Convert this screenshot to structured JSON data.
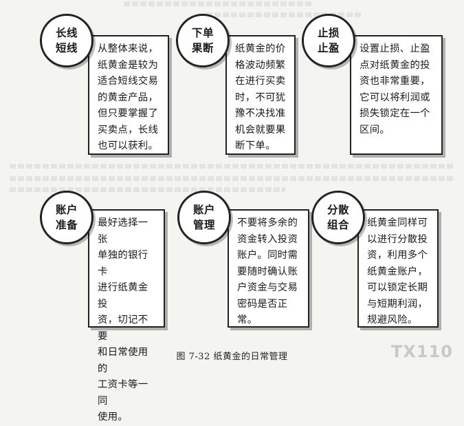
{
  "cards": [
    {
      "label": "长线\n短线",
      "text": "从整体来说，\n纸黄金是较为\n适合短线交易\n的黄金产品，\n但只要掌握了\n买卖点，长线\n也可以获利。"
    },
    {
      "label": "下单\n果断",
      "text": "纸黄金的价\n格波动频繁\n在进行买卖\n时，不可犹\n豫不决找准\n机会就要果\n断下单。"
    },
    {
      "label": "止损\n止盈",
      "text": "设置止损、止盈\n点对纸黄金的投\n资也非常重要，\n它可以将利润或\n损失锁定在一个\n区间。"
    },
    {
      "label": "账户\n准备",
      "text": "最好选择一张\n单独的银行卡\n进行纸黄金投\n资，切记不要\n和日常使用的\n工资卡等一同\n使用。"
    },
    {
      "label": "账户\n管理",
      "text": "不要将多余的\n资金转入投资\n账户。同时需\n要随时确认账\n户资金与交易\n密码是否正常。"
    },
    {
      "label": "分散\n组合",
      "text": "纸黄金同样可\n以进行分散投\n资，利用多个\n纸黄金账户，\n可以锁定长期\n与短期利润，\n规避风险。"
    }
  ],
  "caption": "图 7-32   纸黄金的日常管理",
  "watermark": "TX110"
}
